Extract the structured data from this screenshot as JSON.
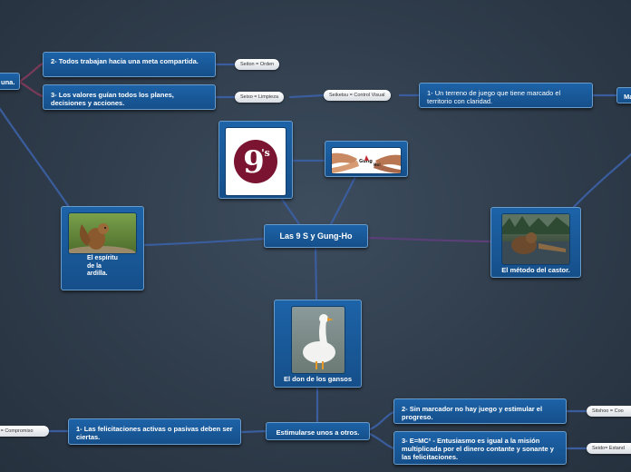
{
  "center": {
    "label": "Las 9 S y Gung-Ho"
  },
  "image_nodes": {
    "logo_9s": {
      "alt": "9s logo"
    },
    "gungho": {
      "alt": "Gung Ho"
    },
    "squirrel": {
      "label": "El espíritu de la ardilla."
    },
    "beaver": {
      "label": "El método del castor."
    },
    "goose": {
      "label": "El don de los gansos"
    }
  },
  "nodes": {
    "una": "una.",
    "meta": "2- Todos trabajan hacia una meta compartida.",
    "valores": "3- Los valores guían todos los planes, decisiones y acciones.",
    "terreno": "1- Un terreno de juego que tiene marcado el territorio con claridad.",
    "ma": "Ma",
    "estimularse": "Estimularse unos a otros.",
    "felicitaciones": "1- Las felicitaciones activas o pasivas deben ser ciertas.",
    "sin_marcador": "2- Sin marcador no hay juego y estimular el progreso.",
    "emc2": "3- E=MC² - Entusiasmo es igual a la misión multiplicada por el dinero contante y sonante y las felicitaciones."
  },
  "pills": {
    "seiton": "Seiton = Orden",
    "seiso": "Seiso = Limpieza",
    "seiketsu": "Seiketsu = Control Visual",
    "compromiso": "u = Compromiso",
    "shitsuke": "Sitshoo = Coo",
    "seido": "Seido= Estand"
  },
  "colors": {
    "background": "#2f3c4b",
    "node_fill": "#1a5a9c",
    "node_border": "#6a9ccb",
    "connector": "#3d5f9e",
    "connector_red": "#7a3a5a",
    "pill_fill": "#eeeeee"
  }
}
